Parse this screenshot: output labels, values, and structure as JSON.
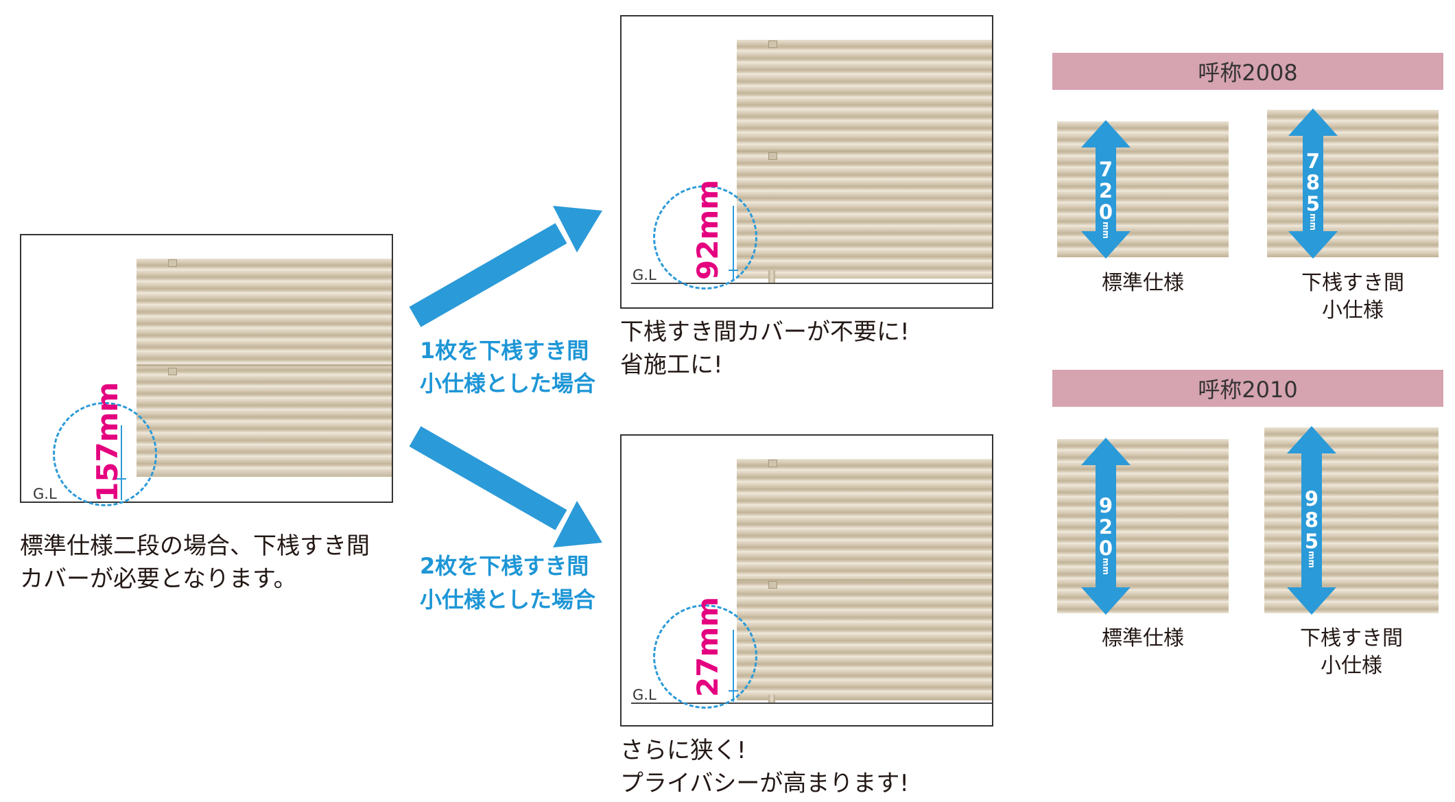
{
  "colors": {
    "arrow_blue": "#2b9ad8",
    "dimension_pink": "#e4007f",
    "header_pink": "#d6a3b0",
    "slat_beige": "#d8ccb6"
  },
  "left_panel": {
    "gl_label": "G.L",
    "gap": "157mm",
    "caption_line1": "標準仕様二段の場合、下桟すき間",
    "caption_line2": "カバーが必要となります。"
  },
  "arrow_upper": {
    "label_line1": "1枚を下桟すき間",
    "label_line2": "小仕様とした場合"
  },
  "arrow_lower": {
    "label_line1": "2枚を下桟すき間",
    "label_line2": "小仕様とした場合"
  },
  "top_panel": {
    "gl_label": "G.L",
    "gap": "92mm",
    "caption_line1": "下桟すき間カバーが不要に!",
    "caption_line2": "省施工に!"
  },
  "bottom_panel": {
    "gl_label": "G.L",
    "gap": "27mm",
    "caption_line1": "さらに狭く!",
    "caption_line2": "プライバシーが高まります!"
  },
  "size_2008": {
    "title": "呼称2008",
    "standard": {
      "height": "720",
      "unit": "mm",
      "label": "標準仕様"
    },
    "small_gap": {
      "height": "785",
      "unit": "mm",
      "label_line1": "下桟すき間",
      "label_line2": "小仕様"
    }
  },
  "size_2010": {
    "title": "呼称2010",
    "standard": {
      "height": "920",
      "unit": "mm",
      "label": "標準仕様"
    },
    "small_gap": {
      "height": "985",
      "unit": "mm",
      "label_line1": "下桟すき間",
      "label_line2": "小仕様"
    }
  }
}
